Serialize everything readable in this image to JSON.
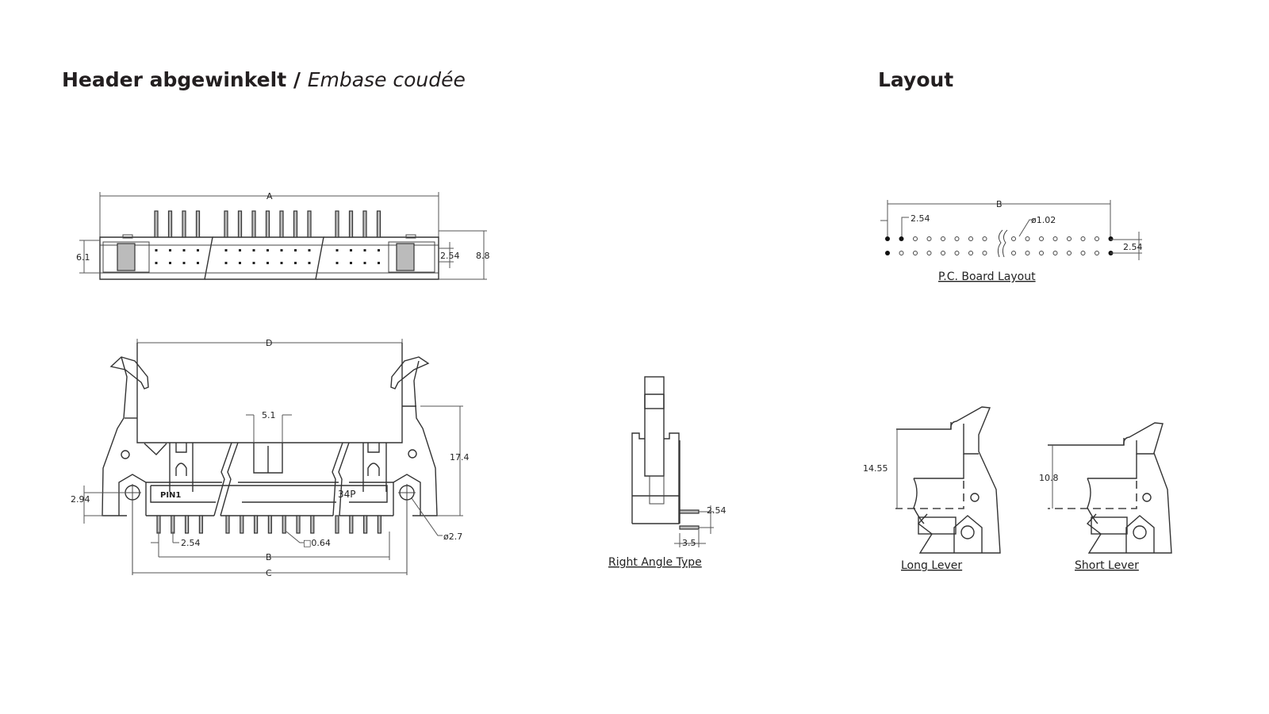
{
  "headings": {
    "left_main": "Header abgewinkelt /",
    "left_italic": "Embase coudée",
    "right": "Layout"
  },
  "top_view": {
    "dim_A": "A",
    "dim_height_left": "6.1",
    "dim_pitch": "2.54",
    "dim_height_right": "8.8"
  },
  "front_view": {
    "dim_D": "D",
    "dim_slot": "5.1",
    "dim_height": "17.4",
    "dim_offset": "2.94",
    "dim_pitch": "2.54",
    "dim_pin": "□0.64",
    "dim_hole": "ø2.7",
    "dim_B": "B",
    "dim_C": "C",
    "marking_left": "PIN1",
    "marking_right": "34P"
  },
  "side_view": {
    "dim_pitch": "2.54",
    "dim_offset": "3.5",
    "caption": "Right Angle Type"
  },
  "pcb_layout": {
    "dim_B": "B",
    "dim_pitch": "2.54",
    "dim_hole": "ø1.02",
    "dim_row": "2.54",
    "caption": "P.C. Board Layout"
  },
  "levers": {
    "long": {
      "dim": "14.55",
      "caption": "Long Lever"
    },
    "short": {
      "dim": "10.8",
      "caption": "Short Lever"
    }
  }
}
